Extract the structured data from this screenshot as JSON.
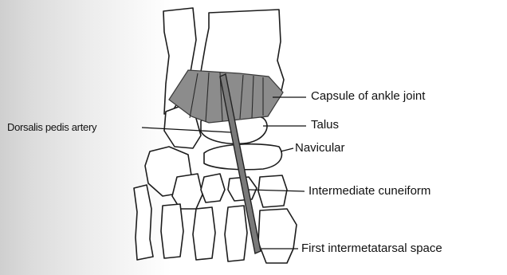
{
  "labels": {
    "capsule": "Capsule of ankle joint",
    "dorsalis": "Dorsalis pedis artery",
    "talus": "Talus",
    "navicular": "Navicular",
    "intermediate": "Intermediate cuneiform",
    "first_space": "First intermetatarsal space"
  },
  "colors": {
    "capsule_fill": "#8c8c8c",
    "artery_fill": "#7a7a7a",
    "outline": "#1c1c1c",
    "text": "#111111"
  }
}
